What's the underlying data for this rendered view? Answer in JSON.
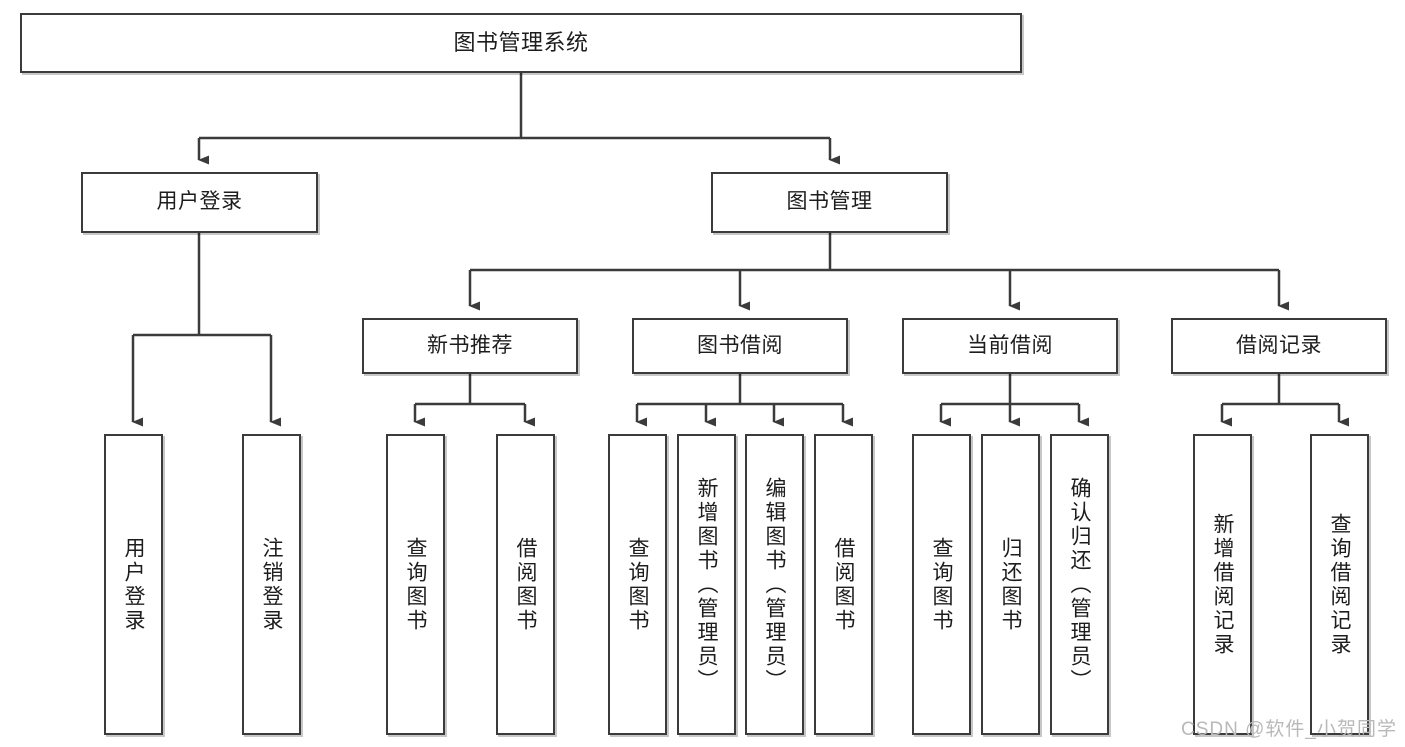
{
  "diagram": {
    "type": "tree-hierarchy",
    "title": "图书管理系统",
    "watermark": "CSDN @软件_小贺同学",
    "colors": {
      "box_border": "#3b3b3b",
      "box_fill": "#ffffff",
      "connector": "#3b3b3b",
      "text": "#1d1d1d",
      "watermark": "#b9b9b9",
      "background": "#ffffff"
    },
    "nodes": {
      "root": {
        "label": "图书管理系统"
      },
      "level2": [
        {
          "id": "user-login",
          "label": "用户登录"
        },
        {
          "id": "book-management",
          "label": "图书管理"
        }
      ],
      "level3": [
        {
          "id": "new-book-recommend",
          "label": "新书推荐"
        },
        {
          "id": "book-borrow",
          "label": "图书借阅"
        },
        {
          "id": "current-borrow",
          "label": "当前借阅"
        },
        {
          "id": "borrow-record",
          "label": "借阅记录"
        }
      ],
      "leaves": {
        "user-login": [
          {
            "id": "leaf-user-login",
            "label": "用户登录"
          },
          {
            "id": "leaf-logout-login",
            "label": "注销登录"
          }
        ],
        "new-book-recommend": [
          {
            "id": "leaf-query-book-1",
            "label": "查询图书"
          },
          {
            "id": "leaf-borrow-book-1",
            "label": "借阅图书"
          }
        ],
        "book-borrow": [
          {
            "id": "leaf-query-book-2",
            "label": "查询图书"
          },
          {
            "id": "leaf-add-book",
            "label": "新增图书（管理员）"
          },
          {
            "id": "leaf-edit-book",
            "label": "编辑图书（管理员）"
          },
          {
            "id": "leaf-borrow-book-2",
            "label": "借阅图书"
          }
        ],
        "current-borrow": [
          {
            "id": "leaf-query-book-3",
            "label": "查询图书"
          },
          {
            "id": "leaf-return-book",
            "label": "归还图书"
          },
          {
            "id": "leaf-confirm-return",
            "label": "确认归还（管理员）"
          }
        ],
        "borrow-record": [
          {
            "id": "leaf-add-record",
            "label": "新增借阅记录"
          },
          {
            "id": "leaf-query-record",
            "label": "查询借阅记录"
          }
        ]
      }
    }
  }
}
